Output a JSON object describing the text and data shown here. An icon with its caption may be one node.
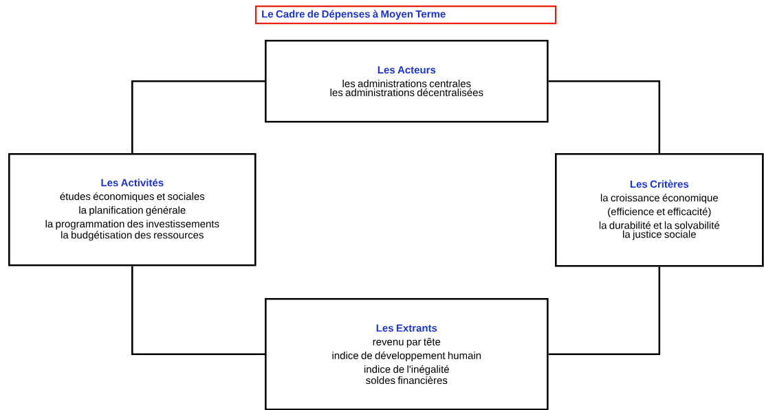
{
  "diagram": {
    "title": "Le Cadre de Dépenses à Moyen Terme",
    "nodes": [
      {
        "text": [
          "Les Acteurs",
          "les administrations centrales",
          "les administrations décentralisées"
        ]
      },
      {
        "text": [
          "Les Activités",
          "études économiques et sociales",
          "la planification générale",
          "la programmation des investissements",
          "la budgétisation des ressources"
        ]
      },
      {
        "text": [
          "Les Critères",
          "la croissance économique",
          "(efficience et efficacité)",
          "la durabilité et la solvabilité",
          "la justice sociale"
        ]
      },
      {
        "text": [
          "Les Extrants",
          "revenu par tête",
          "indice de développement humain",
          "indice de l'inégalité",
          "soldes financières"
        ]
      }
    ],
    "edges": [
      {
        "from": 0,
        "to": 1,
        "arrow": "none"
      },
      {
        "from": 0,
        "to": 2,
        "arrow": "none"
      },
      {
        "from": 1,
        "to": 3,
        "arrow": "none"
      },
      {
        "from": 2,
        "to": 3,
        "arrow": "none"
      }
    ]
  }
}
